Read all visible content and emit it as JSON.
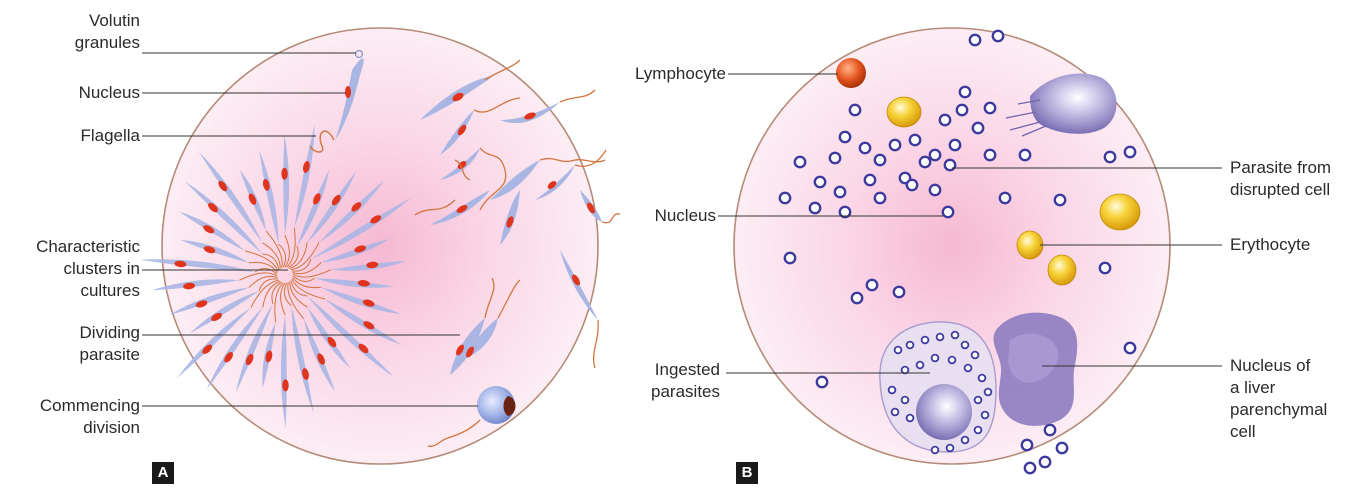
{
  "panel_a": {
    "letter": "A",
    "labels": {
      "volutin": [
        "Volutin",
        "granules"
      ],
      "nucleus": [
        "Nucleus"
      ],
      "flagella": [
        "Flagella"
      ],
      "clusters": [
        "Characteristic",
        "clusters in",
        "cultures"
      ],
      "dividing": [
        "Dividing",
        "parasite"
      ],
      "commencing": [
        "Commencing",
        "division"
      ]
    }
  },
  "panel_b": {
    "letter": "B",
    "labels": {
      "lymphocyte": [
        "Lymphocyte"
      ],
      "nucleus": [
        "Nucleus"
      ],
      "ingested": [
        "Ingested",
        "parasites"
      ],
      "parasite_disrupted": [
        "Parasite from",
        "disrupted cell"
      ],
      "erythrocyte": [
        "Erythocyte"
      ],
      "liver_nucleus": [
        "Nucleus of",
        "a liver",
        "parenchymal",
        "cell"
      ]
    }
  },
  "colors": {
    "circle_fill": "#fbe3ef",
    "circle_center": "#f6b8d2",
    "circle_border": "#b58a78",
    "parasite_body": "#a9b6e3",
    "parasite_nucleus": "#e0341c",
    "flagellum": "#d2753e",
    "parasite_dot": "#3d3a9e",
    "erythrocyte": "#f3c21e",
    "lymphocyte": "#e25a24",
    "macrophage": "#9b91c9"
  }
}
